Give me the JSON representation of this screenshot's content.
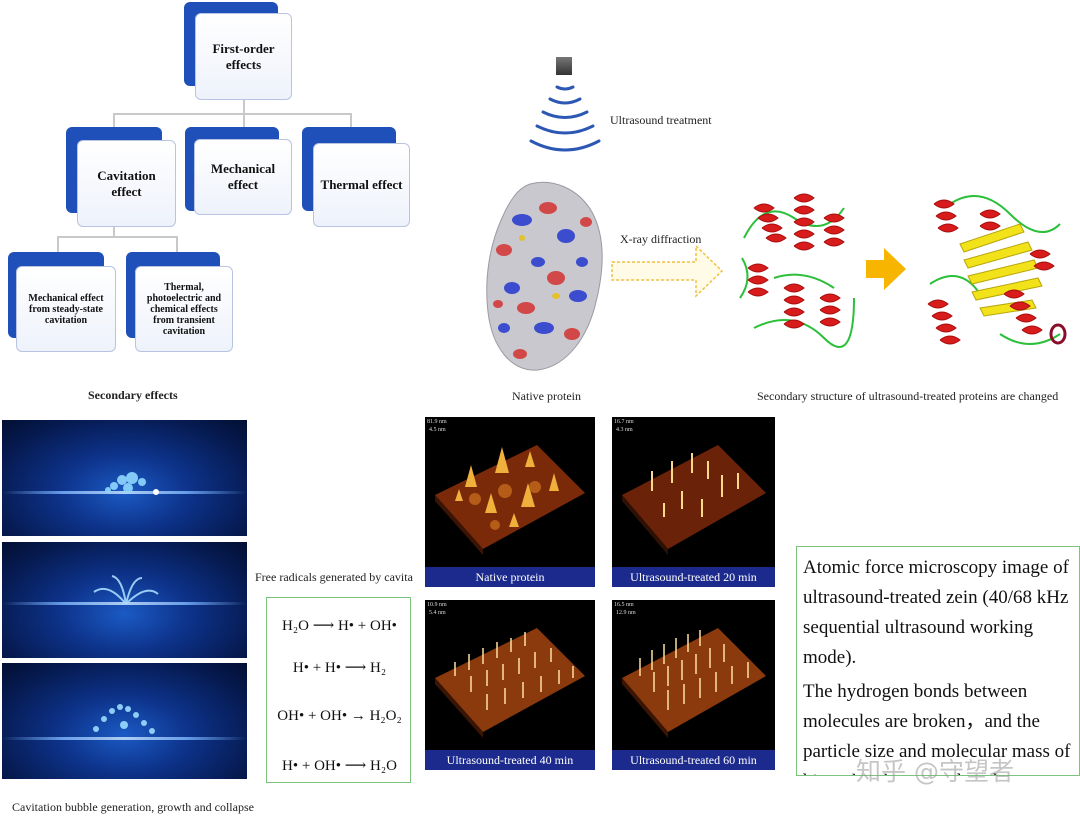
{
  "hierarchy": {
    "root": "First-order effects",
    "level1": [
      "Cavitation effect",
      "Mechanical effect",
      "Thermal effect"
    ],
    "level2": [
      "Mechanical effect from steady-state cavitation",
      "Thermal, photoelectric and chemical effects from transient cavitation"
    ],
    "secondary_label": "Secondary effects"
  },
  "treatment": {
    "ultrasound_label": "Ultrasound treatment",
    "xray_label": "X-ray diffraction",
    "native_label": "Native protein",
    "changed_label": "Secondary structure of ultrasound-treated proteins are changed"
  },
  "cavitation": {
    "caption": "Cavitation bubble generation, growth and collapse"
  },
  "radicals": {
    "caption": "Free radicals generated by cavitatic",
    "equations": [
      {
        "lhs": "H₂O",
        "arrow": "⟶",
        "rhs": "H• + OH•"
      },
      {
        "lhs": "H• + H•",
        "arrow": "⟶",
        "rhs": "H₂"
      },
      {
        "lhs": "OH• + OH•",
        "arrow": "→",
        "rhs": "H₂O₂"
      },
      {
        "lhs": "H• + OH•",
        "arrow": "⟶",
        "rhs": "H₂O"
      }
    ]
  },
  "afm": {
    "panels": [
      {
        "caption": "Native protein",
        "scale_top": "81.9 nm",
        "scale_sub": "4.5 nm"
      },
      {
        "caption": "Ultrasound-treated 20 min",
        "scale_top": "16.7 nm",
        "scale_sub": "4.3 nm"
      },
      {
        "caption": "Ultrasound-treated 40 min",
        "scale_top": "10.9 nm",
        "scale_sub": "5.4 nm"
      },
      {
        "caption": "Ultrasound-treated 60 min",
        "scale_top": "16.5 nm",
        "scale_sub": "12.9 nm"
      }
    ],
    "description": [
      "Atomic force microscopy image of ultrasound-treated zein (40/68 kHz sequential ultrasound working mode).",
      "The hydrogen bonds between molecules are broken，and the particle size and molecular mass of biomolecules are reduced."
    ]
  },
  "watermark": "知乎 @守望者",
  "colors": {
    "box_accent": "#1f4fb8",
    "afm_caption": "#1b2a8c",
    "frame_green": "#7cc47c",
    "arrow_yellow": "#f7b500"
  }
}
